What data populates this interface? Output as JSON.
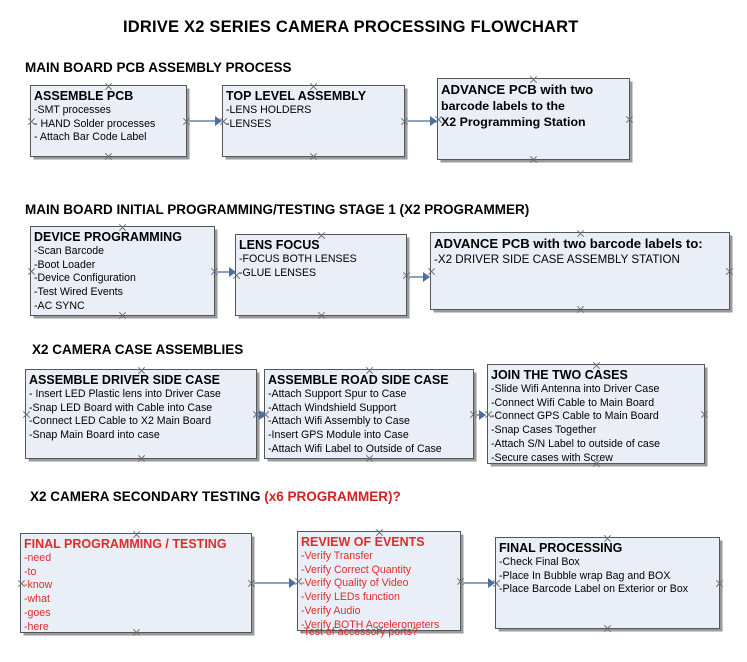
{
  "document": {
    "title": "IDRIVE X2  SERIES CAMERA PROCESSING FLOWCHART"
  },
  "colors": {
    "box_fill": "#eaeff7",
    "box_border": "#53565a",
    "connector": "#8aa4bf",
    "arrow": "#4a6fa5",
    "red_text": "#e02b2b",
    "page_background": "#ffffff"
  },
  "sections": [
    {
      "id": "main-board-pcb-assembly",
      "heading": "MAIN BOARD PCB ASSEMBLY PROCESS",
      "heading_red": "",
      "boxes": [
        {
          "id": "assemble-pcb",
          "header": "ASSEMBLE PCB",
          "lines": [
            "-SMT processes",
            "- HAND Solder processes",
            "- Attach Bar Code Label"
          ]
        },
        {
          "id": "top-level-assembly",
          "header": "TOP LEVEL ASSEMBLY",
          "lines": [
            "-LENS HOLDERS",
            "-LENSES"
          ]
        },
        {
          "id": "advance-pcb-programming-station",
          "header": "ADVANCE PCB with two",
          "lines": [
            "barcode labels to the",
            " X2 Programming Station"
          ]
        }
      ]
    },
    {
      "id": "main-board-initial-programming",
      "heading": "MAIN BOARD INITIAL PROGRAMMING/TESTING STAGE 1 (X2 PROGRAMMER)",
      "heading_red": "",
      "boxes": [
        {
          "id": "device-programming",
          "header": "DEVICE PROGRAMMING",
          "lines": [
            "-Scan Barcode",
            "-Boot Loader",
            "-Device Configuration",
            "-Test Wired Events",
            "-AC SYNC"
          ]
        },
        {
          "id": "lens-focus",
          "header": "LENS FOCUS",
          "lines": [
            "-FOCUS BOTH LENSES",
            "-GLUE LENSES"
          ]
        },
        {
          "id": "advance-pcb-driver-side-case",
          "header": "ADVANCE PCB with two barcode labels to:",
          "lines": [
            "-X2 DRIVER  SIDE  CASE  ASSEMBLY STATION"
          ]
        }
      ]
    },
    {
      "id": "x2-camera-case-assemblies",
      "heading": "X2 CAMERA CASE ASSEMBLIES",
      "heading_red": "",
      "boxes": [
        {
          "id": "assemble-driver-side-case",
          "header": "ASSEMBLE DRIVER SIDE CASE",
          "lines": [
            "- Insert LED Plastic lens into Driver Case",
            "-Snap LED Board with Cable into Case",
            "-Connect LED Cable to X2 Main Board",
            "-Snap Main Board into case"
          ]
        },
        {
          "id": "assemble-road-side-case",
          "header": "ASSEMBLE ROAD SIDE CASE",
          "lines": [
            "-Attach Support Spur to Case",
            "-Attach Windshield Support",
            "-Attach Wifi Assembly to Case",
            "-Insert GPS Module into Case",
            "-Attach Wifi Label to Outside of Case"
          ]
        },
        {
          "id": "join-the-two-cases",
          "header": "JOIN THE TWO CASES",
          "lines": [
            "-Slide Wifi Antenna into Driver Case",
            "-Connect Wifi Cable to Main Board",
            "-Connect GPS Cable to Main Board",
            "-Snap Cases Together",
            "-Attach S/N Label to outside of case",
            "-Secure cases with Screw"
          ]
        }
      ]
    },
    {
      "id": "x2-camera-secondary-testing",
      "heading": "X2 CAMERA SECONDARY TESTING ",
      "heading_red": "(x6 PROGRAMMER)?",
      "boxes": [
        {
          "id": "final-programming-testing",
          "header": "FINAL PROGRAMMING / TESTING",
          "lines": [
            "-need",
            "-to",
            "-know",
            "-what",
            "-goes",
            "-here"
          ]
        },
        {
          "id": "review-of-events",
          "header": "REVIEW OF EVENTS",
          "lines": [
            "-Verify Transfer",
            "-Verify Correct Quantity",
            "-Verify Quality of Video",
            "-Verify LEDs function",
            "-Verify Audio",
            "-Verify BOTH Accelerometers"
          ],
          "overflow_line": "-Test of accessory ports?"
        },
        {
          "id": "final-processing",
          "header": "FINAL PROCESSING",
          "lines": [
            " -Check Final Box",
            "-Place In Bubble wrap Bag and BOX",
            "-Place Barcode Label on Exterior or Box"
          ]
        }
      ]
    }
  ]
}
